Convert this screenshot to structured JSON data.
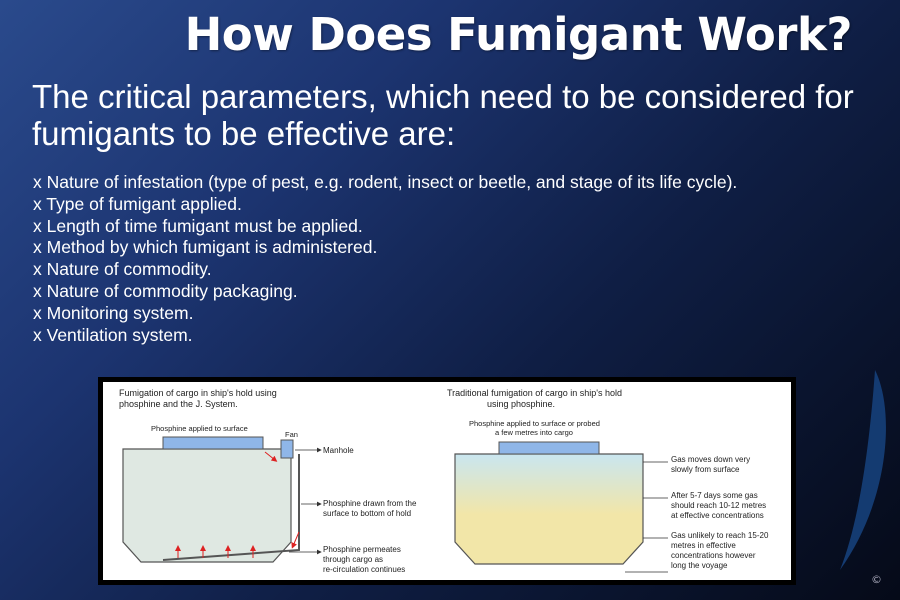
{
  "title": "How Does Fumigant Work?",
  "intro": "The critical parameters, which need to be considered for fumigants to be effective are:",
  "items": [
    "x Nature of infestation (type of pest, e.g. rodent, insect or beetle, and stage of its life cycle).",
    "x Type of fumigant applied.",
    "x Length of time fumigant must be applied.",
    "x Method by which fumigant is administered.",
    "x Nature of commodity.",
    "x Nature of commodity packaging.",
    "x Monitoring system.",
    "x Ventilation system."
  ],
  "figure": {
    "left": {
      "caption1": "Fumigation of cargo in ship's hold using",
      "caption2": "phosphine and the J. System.",
      "surface": "Phosphine applied to surface",
      "fan": "Fan",
      "manhole": "Manhole",
      "drawn1": "Phosphine drawn from the",
      "drawn2": "surface to bottom of hold",
      "perm1": "Phosphine permeates",
      "perm2": "through cargo as",
      "perm3": "re-circulation continues"
    },
    "right": {
      "caption1": "Traditional fumigation of cargo in ship's hold",
      "caption2": "using phosphine.",
      "surface1": "Phosphine applied to surface or probed",
      "surface2": "a few metres into cargo",
      "g1a": "Gas moves down very",
      "g1b": "slowly from surface",
      "g2a": "After 5-7 days some gas",
      "g2b": "should reach 10-12 metres",
      "g2c": "at effective concentrations",
      "g3a": "Gas unlikely to reach 15-20",
      "g3b": "metres in effective",
      "g3c": "concentrations however",
      "g3d": "long the voyage"
    }
  },
  "copyright": "©",
  "colors": {
    "hatch_blue": "#8fb6e8",
    "cargo_grey": "#dfe8e2",
    "cargo_yellow": "#f2e6a8",
    "arrow_red": "#d22"
  }
}
